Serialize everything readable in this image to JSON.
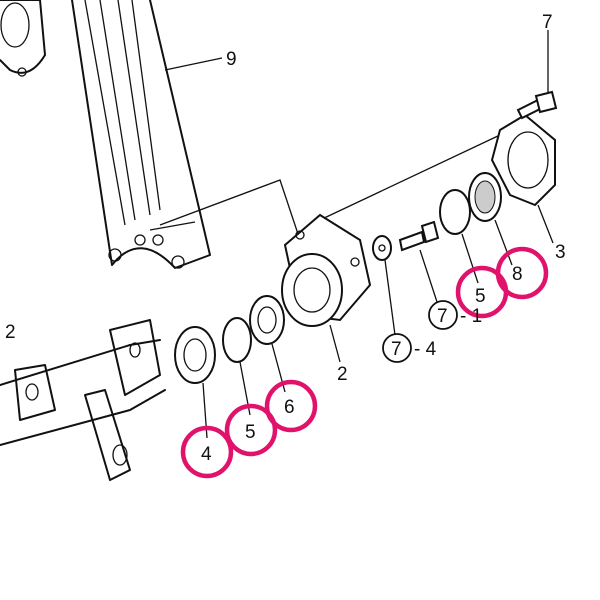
{
  "diagram": {
    "title": "Exploded parts view - shaft bearing assembly",
    "highlight_color": "#e0126b",
    "labels": {
      "frame": "9",
      "bolt": "7",
      "cover": "3",
      "seal_right": "8",
      "circlip_right": "5",
      "bolt_sub": "7",
      "bolt_sub_suffix": "- 1",
      "washer_sub": "7",
      "washer_sub_suffix": "- 4",
      "housing": "2",
      "shaft": "2",
      "bearing": "4",
      "circlip_left": "5",
      "seal_left": "6"
    }
  }
}
